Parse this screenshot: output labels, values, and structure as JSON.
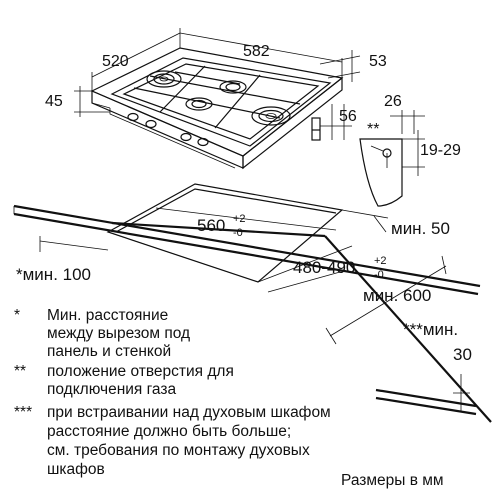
{
  "dimensions": {
    "width_520": "520",
    "width_582": "582",
    "depth_53": "53",
    "height_45": "45",
    "offset_56": "56",
    "gas_26": "26",
    "gas_range": "19-29",
    "gas_marker": "**",
    "min_50": "мин. 50",
    "cutout_width": "560",
    "cutout_width_tol_plus": "+2",
    "cutout_width_tol_minus": "-0",
    "cutout_depth": "480-490",
    "cutout_depth_tol_plus": "+2",
    "cutout_depth_tol_minus": "-0",
    "min_100": "*мин. 100",
    "min_600": "мин. 600",
    "min_30_label": "***мин.",
    "min_30_value": "30"
  },
  "legend": [
    {
      "marker": "*",
      "lines": [
        "Мин. расстояние",
        "между вырезом под",
        "панель и стенкой"
      ]
    },
    {
      "marker": "**",
      "lines": [
        "положение отверстия для",
        "подключения газа"
      ]
    },
    {
      "marker": "***",
      "lines": [
        "при встраивании над духовым шкафом",
        "расстояние должно быть больше;",
        "см. требования по монтажу духовых",
        "шкафов"
      ]
    }
  ],
  "units_note": "Размеры в мм"
}
